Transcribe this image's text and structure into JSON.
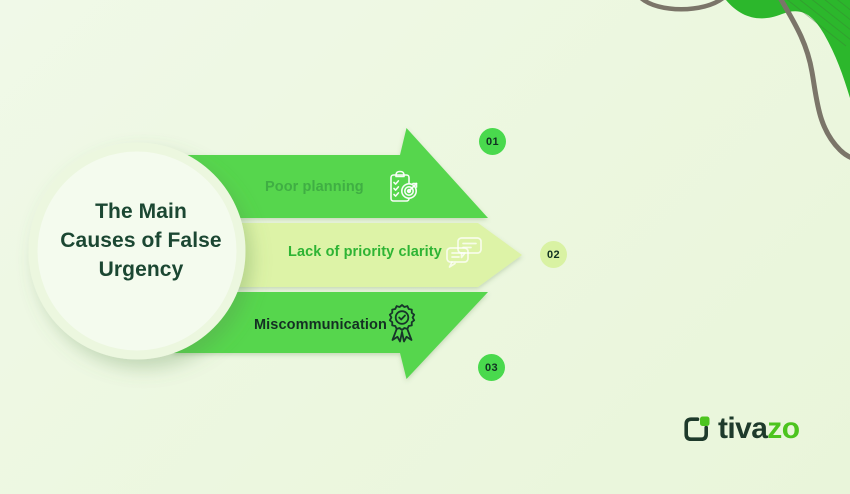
{
  "title": {
    "lines": [
      "The Main",
      "Causes of False",
      "Urgency"
    ],
    "full_text": "The Main Causes of False Urgency"
  },
  "causes": [
    {
      "number": "01",
      "label": "Poor planning",
      "icon": "clipboard-target-icon",
      "band_color": "#56d64e",
      "label_color": "#3fae43",
      "badge_color": "#49d94d"
    },
    {
      "number": "02",
      "label": "Lack of priority clarity",
      "icon": "chat-bubbles-icon",
      "band_color": "#ddf3a7",
      "label_color": "#2eb434",
      "badge_color": "#d9f2a3"
    },
    {
      "number": "03",
      "label": "Miscommunication",
      "icon": "award-ribbon-icon",
      "band_color": "#56d64e",
      "label_color": "#142f23",
      "badge_color": "#49d94d"
    }
  ],
  "logo": {
    "text_primary": "tiva",
    "text_accent": "zo",
    "full_text": "tivazo"
  },
  "colors": {
    "background": "#ecf7df",
    "circle_fill": "#f4fbee",
    "title_text": "#1b4732",
    "bright_band": "#56d64e",
    "pale_band": "#ddf3a7",
    "corner_blob": "#2cb72c",
    "curve_line": "#7b7569",
    "logo_dark": "#1e3a2b",
    "logo_green": "#4cc41e"
  }
}
